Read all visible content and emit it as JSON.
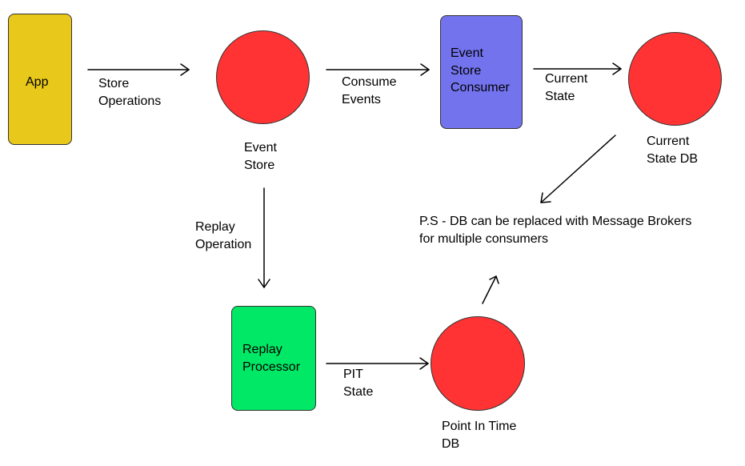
{
  "colors": {
    "app": "#e8c81a",
    "event_store_consumer": "#7373ee",
    "replay_processor": "#00e865",
    "db": "#ff3333"
  },
  "nodes": {
    "app": "App",
    "event_store_consumer": [
      "Event",
      "Store",
      "Consumer"
    ],
    "replay_processor": [
      "Replay",
      "Processor"
    ],
    "event_store": [
      "Event",
      "Store"
    ],
    "current_state_db": [
      "Current",
      "State DB"
    ],
    "point_in_time_db": [
      "Point In Time",
      "DB"
    ]
  },
  "edges": {
    "store_operations": [
      "Store",
      "Operations"
    ],
    "consume_events": [
      "Consume",
      "Events"
    ],
    "current_state": [
      "Current",
      "State"
    ],
    "replay_operation": [
      "Replay",
      "Operation"
    ],
    "pit_state": [
      "PIT",
      "State"
    ]
  },
  "note": [
    "P.S - DB can be replaced with Message Brokers",
    "for multiple consumers"
  ]
}
